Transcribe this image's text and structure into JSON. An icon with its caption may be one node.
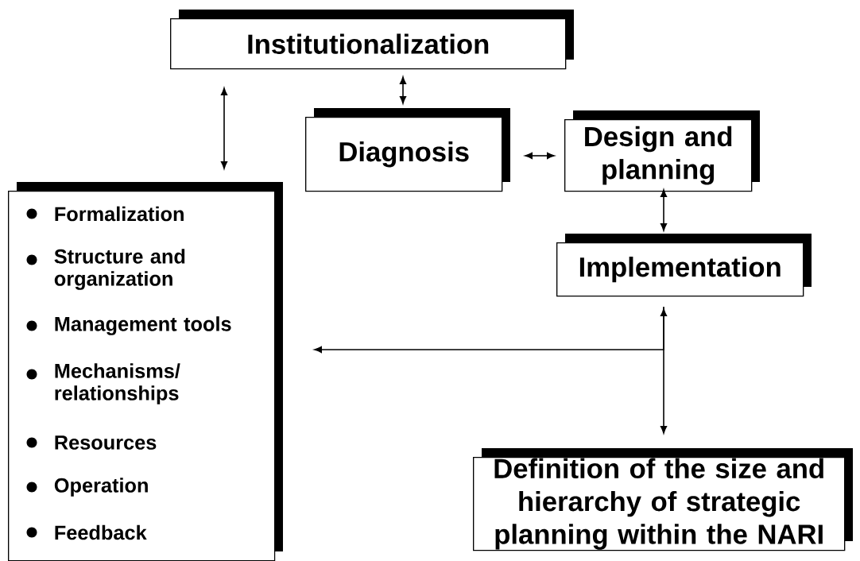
{
  "diagram": {
    "nodes": [
      {
        "text": [
          "Institutionalization"
        ]
      },
      {
        "text": [
          "Diagnosis"
        ]
      },
      {
        "text": [
          "Design and planning"
        ]
      },
      {
        "text": [
          "Implementation"
        ]
      },
      {
        "text": [
          "Definition of the size and hierarchy of strategic planning within the NARI"
        ]
      },
      {
        "text": [
          "Formalization",
          "Structure and organization",
          "Management tools",
          "Mechanisms/ relationships",
          "Resources",
          "Operation",
          "Feedback"
        ]
      }
    ],
    "edges": [
      {
        "from": 0,
        "to": 5,
        "arrow": "both"
      },
      {
        "from": 0,
        "to": 1,
        "arrow": "both"
      },
      {
        "from": 1,
        "to": 2,
        "arrow": "both"
      },
      {
        "from": 2,
        "to": 3,
        "arrow": "both"
      },
      {
        "from": 3,
        "to": 4,
        "arrow": "both"
      },
      {
        "from": 3,
        "to": 5,
        "arrow": "to"
      }
    ]
  }
}
